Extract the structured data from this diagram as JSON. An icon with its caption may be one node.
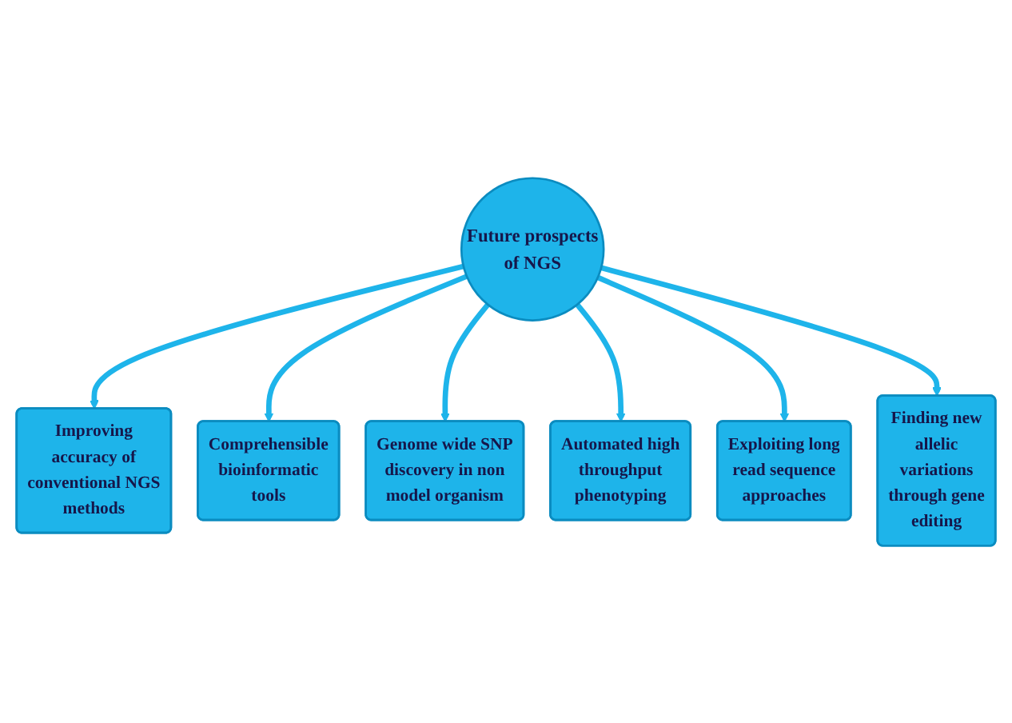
{
  "diagram": {
    "nodes": [
      {
        "text": [
          "Improving accuracy of conventional NGS methods"
        ]
      },
      {
        "text": [
          "Comprehensible bioinformatic tools"
        ]
      },
      {
        "text": [
          "Genome wide SNP discovery in non model organism"
        ]
      },
      {
        "text": [
          "Future prospects of NGS"
        ]
      },
      {
        "text": [
          "Automated high throughput phenotyping"
        ]
      },
      {
        "text": [
          "Exploiting long read sequence approaches"
        ]
      },
      {
        "text": [
          "Finding new allelic variations through gene editing"
        ]
      }
    ],
    "edges": [
      {
        "from": 3,
        "to": 0,
        "arrow": "to"
      },
      {
        "from": 3,
        "to": 1,
        "arrow": "to"
      },
      {
        "from": 3,
        "to": 2,
        "arrow": "to"
      },
      {
        "from": 3,
        "to": 4,
        "arrow": "to"
      },
      {
        "from": 3,
        "to": 5,
        "arrow": "to"
      },
      {
        "from": 3,
        "to": 6,
        "arrow": "to"
      }
    ]
  }
}
